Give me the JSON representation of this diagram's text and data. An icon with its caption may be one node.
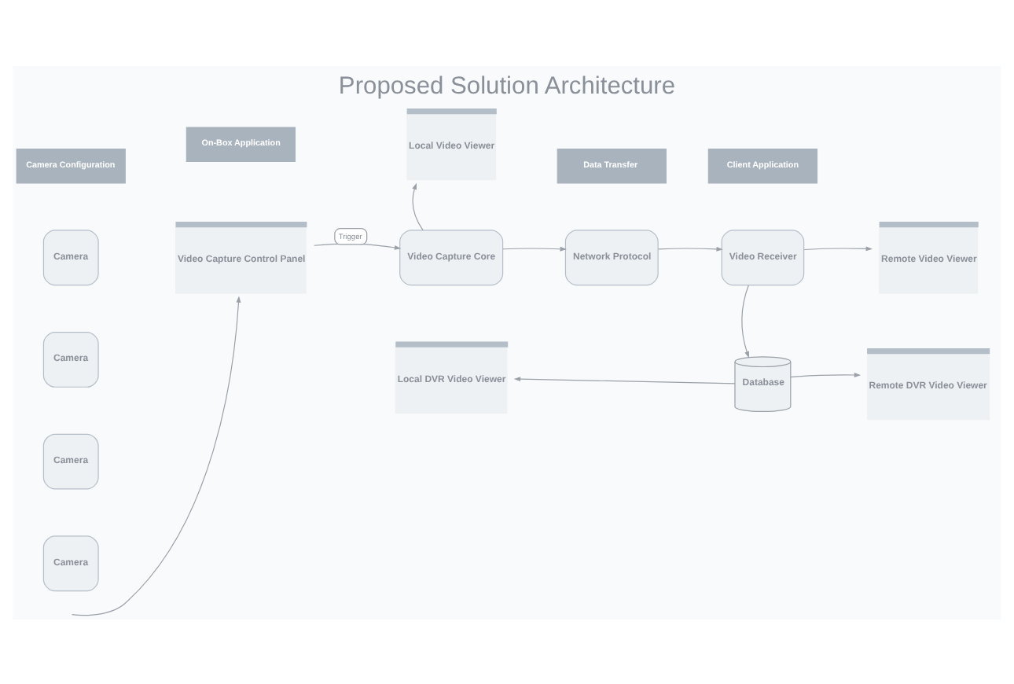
{
  "diagram": {
    "title": "Proposed Solution Architecture",
    "nodes": [
      {
        "text": [
          "Camera Configuration"
        ]
      },
      {
        "text": [
          "On-Box Application"
        ]
      },
      {
        "text": [
          "Data Transfer"
        ]
      },
      {
        "text": [
          "Client Application"
        ]
      },
      {
        "text": [
          "Camera"
        ]
      },
      {
        "text": [
          "Camera"
        ]
      },
      {
        "text": [
          "Camera"
        ]
      },
      {
        "text": [
          "Camera"
        ]
      },
      {
        "text": [
          "Video Capture Control Panel"
        ]
      },
      {
        "text": [
          "Local Video Viewer"
        ]
      },
      {
        "text": [
          "Video Capture Core"
        ]
      },
      {
        "text": [
          "Local DVR Video Viewer"
        ]
      },
      {
        "text": [
          "Network Protocol"
        ]
      },
      {
        "text": [
          "Video Receiver"
        ]
      },
      {
        "text": [
          "Remote Video Viewer"
        ]
      },
      {
        "text": [
          "Database"
        ]
      },
      {
        "text": [
          "Remote DVR Video Viewer"
        ]
      }
    ],
    "edges": [
      {
        "from": null,
        "to": 8,
        "arrow": "to"
      },
      {
        "from": 8,
        "to": 10,
        "arrow": "to",
        "label": "Trigger"
      },
      {
        "from": 10,
        "to": 9,
        "arrow": "to"
      },
      {
        "from": 10,
        "to": 12,
        "arrow": "to"
      },
      {
        "from": 12,
        "to": 13,
        "arrow": "to"
      },
      {
        "from": 13,
        "to": 14,
        "arrow": "to"
      },
      {
        "from": 13,
        "to": 15,
        "arrow": "to"
      },
      {
        "from": 15,
        "to": 11,
        "arrow": "to"
      },
      {
        "from": 15,
        "to": 16,
        "arrow": "to"
      }
    ]
  }
}
